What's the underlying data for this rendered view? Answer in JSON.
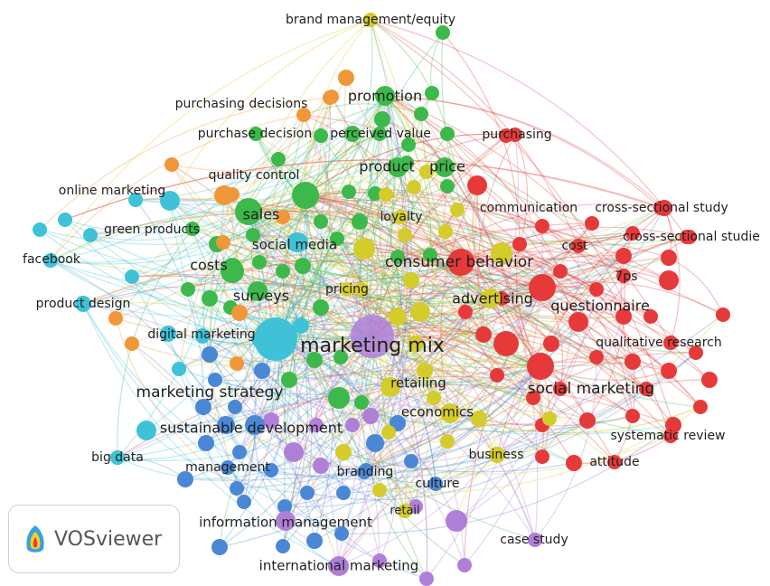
{
  "app": {
    "brand": "VOSviewer"
  },
  "cluster_colors": {
    "red": "#e63a3a",
    "green": "#3cb94a",
    "blue": "#4a88d6",
    "yellow": "#d4cc2a",
    "purple": "#b07fd8",
    "cyan": "#3fc2d8",
    "orange": "#f0973a"
  },
  "nodes": [
    {
      "id": "marketing-mix",
      "label": "marketing mix",
      "cluster": "purple",
      "size": 5,
      "fs": 22
    },
    {
      "id": "marketing-strategy",
      "label": "marketing strategy",
      "cluster": "cyan",
      "size": 5,
      "fs": 17
    },
    {
      "id": "consumer-behavior",
      "label": "consumer behavior",
      "cluster": "red",
      "size": 4,
      "fs": 17
    },
    {
      "id": "social-marketing",
      "label": "social marketing",
      "cluster": "red",
      "size": 4,
      "fs": 17
    },
    {
      "id": "sustainable-development",
      "label": "sustainable development",
      "cluster": "blue",
      "size": 3,
      "fs": 16
    },
    {
      "id": "questionnaire",
      "label": "questionnaire",
      "cluster": "red",
      "size": 4,
      "fs": 16
    },
    {
      "id": "sales",
      "label": "sales",
      "cluster": "green",
      "size": 4,
      "fs": 16
    },
    {
      "id": "promotion",
      "label": "promotion",
      "cluster": "green",
      "size": 3,
      "fs": 16
    },
    {
      "id": "product",
      "label": "product",
      "cluster": "green",
      "size": 3,
      "fs": 16
    },
    {
      "id": "price",
      "label": "price",
      "cluster": "green",
      "size": 3,
      "fs": 16
    },
    {
      "id": "costs",
      "label": "costs",
      "cluster": "green",
      "size": 3,
      "fs": 16
    },
    {
      "id": "surveys",
      "label": "surveys",
      "cluster": "green",
      "size": 3,
      "fs": 16
    },
    {
      "id": "advertising",
      "label": "advertising",
      "cluster": "yellow",
      "size": 3,
      "fs": 16
    },
    {
      "id": "economics",
      "label": "economics",
      "cluster": "yellow",
      "size": 3,
      "fs": 15
    },
    {
      "id": "retailing",
      "label": "retailing",
      "cluster": "yellow",
      "size": 3,
      "fs": 15
    },
    {
      "id": "social-media",
      "label": "social media",
      "cluster": "cyan",
      "size": 3,
      "fs": 15
    },
    {
      "id": "information-management",
      "label": "information management",
      "cluster": "purple",
      "size": 3,
      "fs": 15
    },
    {
      "id": "international-marketing",
      "label": "international marketing",
      "cluster": "purple",
      "size": 3,
      "fs": 15
    },
    {
      "id": "brand-management-equity",
      "label": "brand management/equity",
      "cluster": "yellow",
      "size": 2,
      "fs": 14
    },
    {
      "id": "purchasing-decisions",
      "label": "purchasing decisions",
      "cluster": "orange",
      "size": 2,
      "fs": 14
    },
    {
      "id": "purchase-decision",
      "label": "purchase decision",
      "cluster": "green",
      "size": 2,
      "fs": 14
    },
    {
      "id": "perceived-value",
      "label": "perceived value",
      "cluster": "green",
      "size": 2,
      "fs": 14
    },
    {
      "id": "purchasing",
      "label": "purchasing",
      "cluster": "red",
      "size": 2,
      "fs": 14
    },
    {
      "id": "quality-control",
      "label": "quality control",
      "cluster": "orange",
      "size": 2,
      "fs": 14
    },
    {
      "id": "online-marketing",
      "label": "online marketing",
      "cluster": "cyan",
      "size": 2,
      "fs": 14
    },
    {
      "id": "communication",
      "label": "communication",
      "cluster": "red",
      "size": 2,
      "fs": 14
    },
    {
      "id": "cross-sectional-study",
      "label": "cross-sectional study",
      "cluster": "red",
      "size": 2,
      "fs": 14
    },
    {
      "id": "cross-sectional-studies",
      "label": "cross-sectional studie",
      "cluster": "red",
      "size": 2,
      "fs": 14
    },
    {
      "id": "green-products",
      "label": "green products",
      "cluster": "green",
      "size": 2,
      "fs": 14
    },
    {
      "id": "loyalty",
      "label": "loyalty",
      "cluster": "yellow",
      "size": 2,
      "fs": 14
    },
    {
      "id": "facebook",
      "label": "facebook",
      "cluster": "cyan",
      "size": 2,
      "fs": 14
    },
    {
      "id": "cost",
      "label": "cost",
      "cluster": "red",
      "size": 2,
      "fs": 14
    },
    {
      "id": "7ps",
      "label": "7ps",
      "cluster": "red",
      "size": 2,
      "fs": 14
    },
    {
      "id": "product-design",
      "label": "product design",
      "cluster": "cyan",
      "size": 2,
      "fs": 14
    },
    {
      "id": "pricing",
      "label": "pricing",
      "cluster": "yellow",
      "size": 2,
      "fs": 14
    },
    {
      "id": "digital-marketing",
      "label": "digital marketing",
      "cluster": "cyan",
      "size": 2,
      "fs": 14
    },
    {
      "id": "qualitative-research",
      "label": "qualitative research",
      "cluster": "red",
      "size": 2,
      "fs": 14
    },
    {
      "id": "systematic-review",
      "label": "systematic review",
      "cluster": "red",
      "size": 2,
      "fs": 14
    },
    {
      "id": "big-data",
      "label": "big data",
      "cluster": "cyan",
      "size": 2,
      "fs": 14
    },
    {
      "id": "business",
      "label": "business",
      "cluster": "yellow",
      "size": 2,
      "fs": 14
    },
    {
      "id": "attitude",
      "label": "attitude",
      "cluster": "red",
      "size": 2,
      "fs": 14
    },
    {
      "id": "management",
      "label": "management",
      "cluster": "blue",
      "size": 2,
      "fs": 14
    },
    {
      "id": "branding",
      "label": "branding",
      "cluster": "blue",
      "size": 2,
      "fs": 14
    },
    {
      "id": "culture",
      "label": "culture",
      "cluster": "blue",
      "size": 2,
      "fs": 14
    },
    {
      "id": "retail",
      "label": "retail",
      "cluster": "yellow",
      "size": 2,
      "fs": 13
    },
    {
      "id": "case-study",
      "label": "case study",
      "cluster": "purple",
      "size": 2,
      "fs": 14
    }
  ]
}
